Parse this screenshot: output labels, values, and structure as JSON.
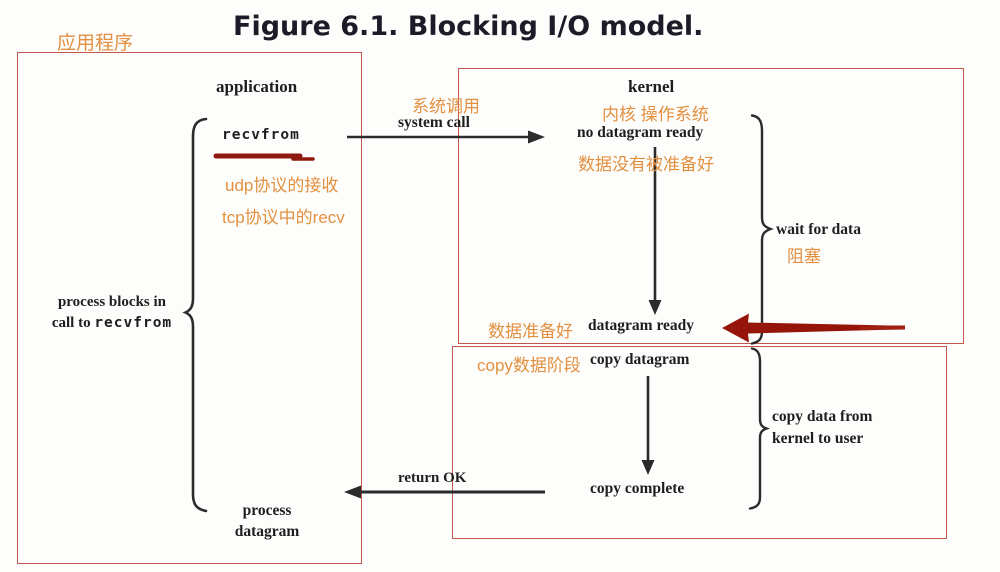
{
  "figure": {
    "title": "Figure 6.1. Blocking I/O model."
  },
  "labels": {
    "application": "application",
    "kernel": "kernel",
    "recvfrom": "recvfrom",
    "system_call": "system call",
    "no_datagram_ready": "no datagram ready",
    "wait_for_data": "wait for data",
    "datagram_ready": "datagram ready",
    "copy_datagram": "copy datagram",
    "copy_data_from": "copy data from",
    "kernel_to_user": "kernel to user",
    "copy_complete": "copy complete",
    "return_ok": "return OK",
    "process_blocks_line1": "process blocks in",
    "process_blocks_prefix": "call to ",
    "process_blocks_func": "recvfrom",
    "process_line1": "process",
    "process_line2": "datagram"
  },
  "annotations": {
    "app_program": "应用程序",
    "system_call_cn": "系统调用",
    "kernel_cn": "内核 操作系统",
    "udp_note": "udp协议的接收",
    "tcp_note": "tcp协议中的recv",
    "no_data_cn": "数据没有被准备好",
    "blocking_cn": "阻塞",
    "data_ready_cn": "数据准备好",
    "copy_phase_cn": "copy数据阶段"
  },
  "colors": {
    "annotation_orange": "#e2903f",
    "box_red": "#c4574c",
    "dark_red": "#96150a",
    "text_black": "#1e1e1e"
  }
}
